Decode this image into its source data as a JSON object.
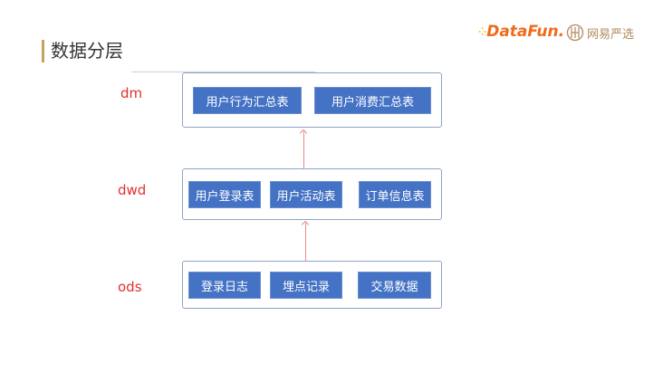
{
  "header": {
    "title": "数据分层",
    "logo_datafun": "DataFun.",
    "logo_yanxuan": "网易严选"
  },
  "colors": {
    "accent": "#c8a062",
    "node": "#4472c4",
    "label": "#e03030",
    "arrow": "#ee8888"
  },
  "layers": [
    {
      "label": "dm",
      "nodes": [
        "用户行为汇总表",
        "用户消费汇总表"
      ]
    },
    {
      "label": "dwd",
      "nodes": [
        "用户登录表",
        "用户活动表",
        "订单信息表"
      ]
    },
    {
      "label": "ods",
      "nodes": [
        "登录日志",
        "埋点记录",
        "交易数据"
      ]
    }
  ]
}
